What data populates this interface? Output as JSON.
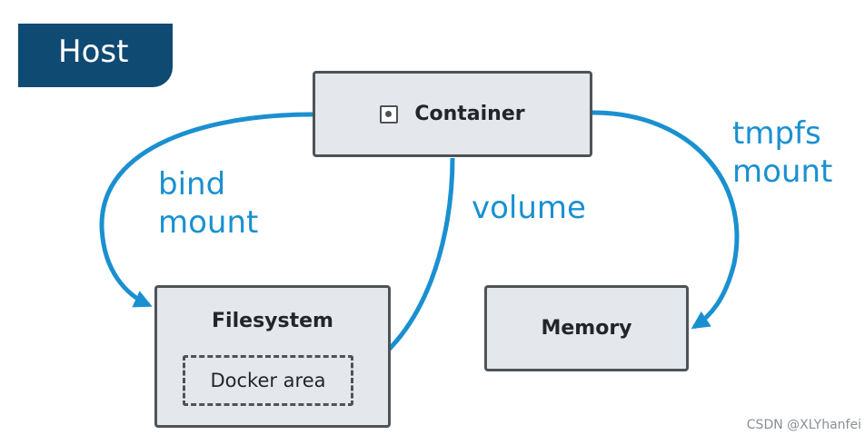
{
  "host": {
    "label": "Host"
  },
  "container": {
    "label": "Container"
  },
  "filesystem": {
    "label": "Filesystem",
    "docker_area_label": "Docker area"
  },
  "memory": {
    "label": "Memory"
  },
  "mounts": {
    "bind_line1": "bind",
    "bind_line2": "mount",
    "volume": "volume",
    "tmpfs_line1": "tmpfs",
    "tmpfs_line2": "mount"
  },
  "watermark": "CSDN @XLYhanfei",
  "colors": {
    "host_tab": "#0f4a73",
    "arrow": "#1a90d0",
    "box_fill": "#e4e7eb",
    "box_border": "#4e5358"
  }
}
